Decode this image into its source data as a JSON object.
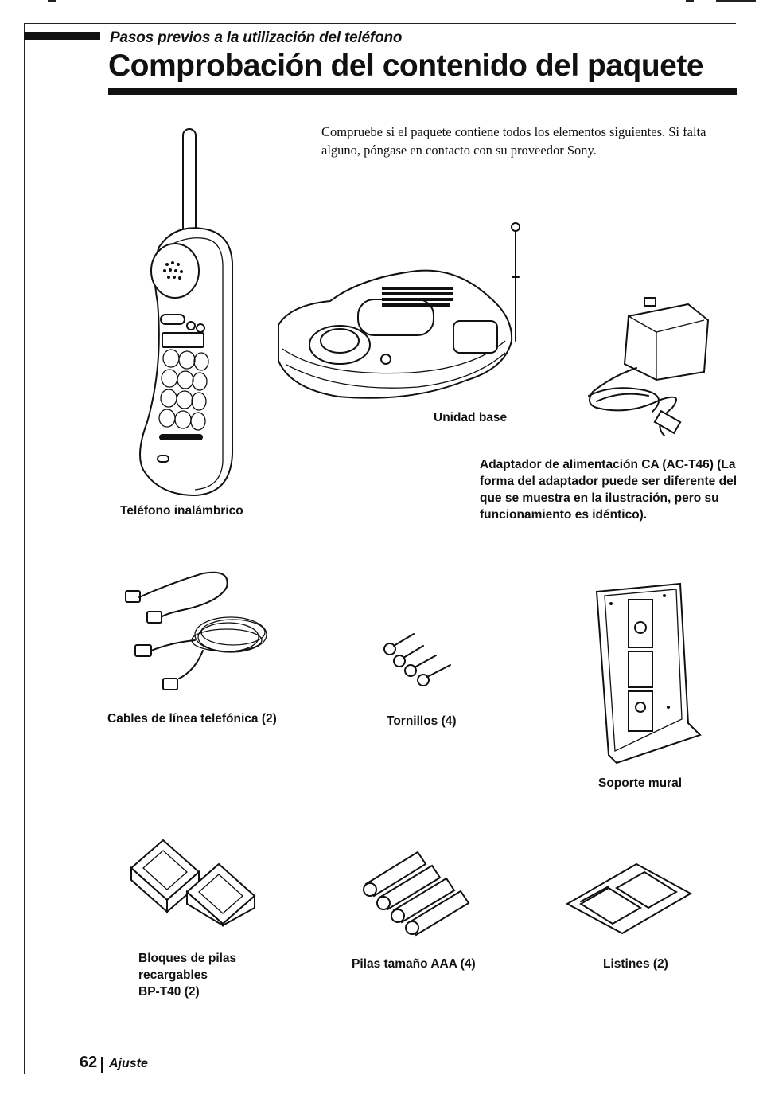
{
  "header": {
    "subtitle": "Pasos previos a la utilización del teléfono",
    "title": "Comprobación del contenido del paquete"
  },
  "intro": "Compruebe si el paquete contiene todos los elementos siguientes. Si falta alguno, póngase en contacto con su proveedor Sony.",
  "items": {
    "handset": "Teléfono inalámbrico",
    "base": "Unidad base",
    "adapter": "Adaptador de alimentación CA (AC-T46) (La forma del adaptador puede ser diferente del que se muestra en la ilustración, pero su funcionamiento es idéntico).",
    "cables": "Cables de línea telefónica (2)",
    "screws": "Tornillos (4)",
    "wall": "Soporte mural",
    "packs_line1": "Bloques de pilas",
    "packs_line2": "recargables",
    "packs_line3": "BP-T40 (2)",
    "aaa": "Pilas tamaño AAA (4)",
    "directories": "Listines (2)"
  },
  "footer": {
    "page_number": "62",
    "section": "Ajuste"
  }
}
